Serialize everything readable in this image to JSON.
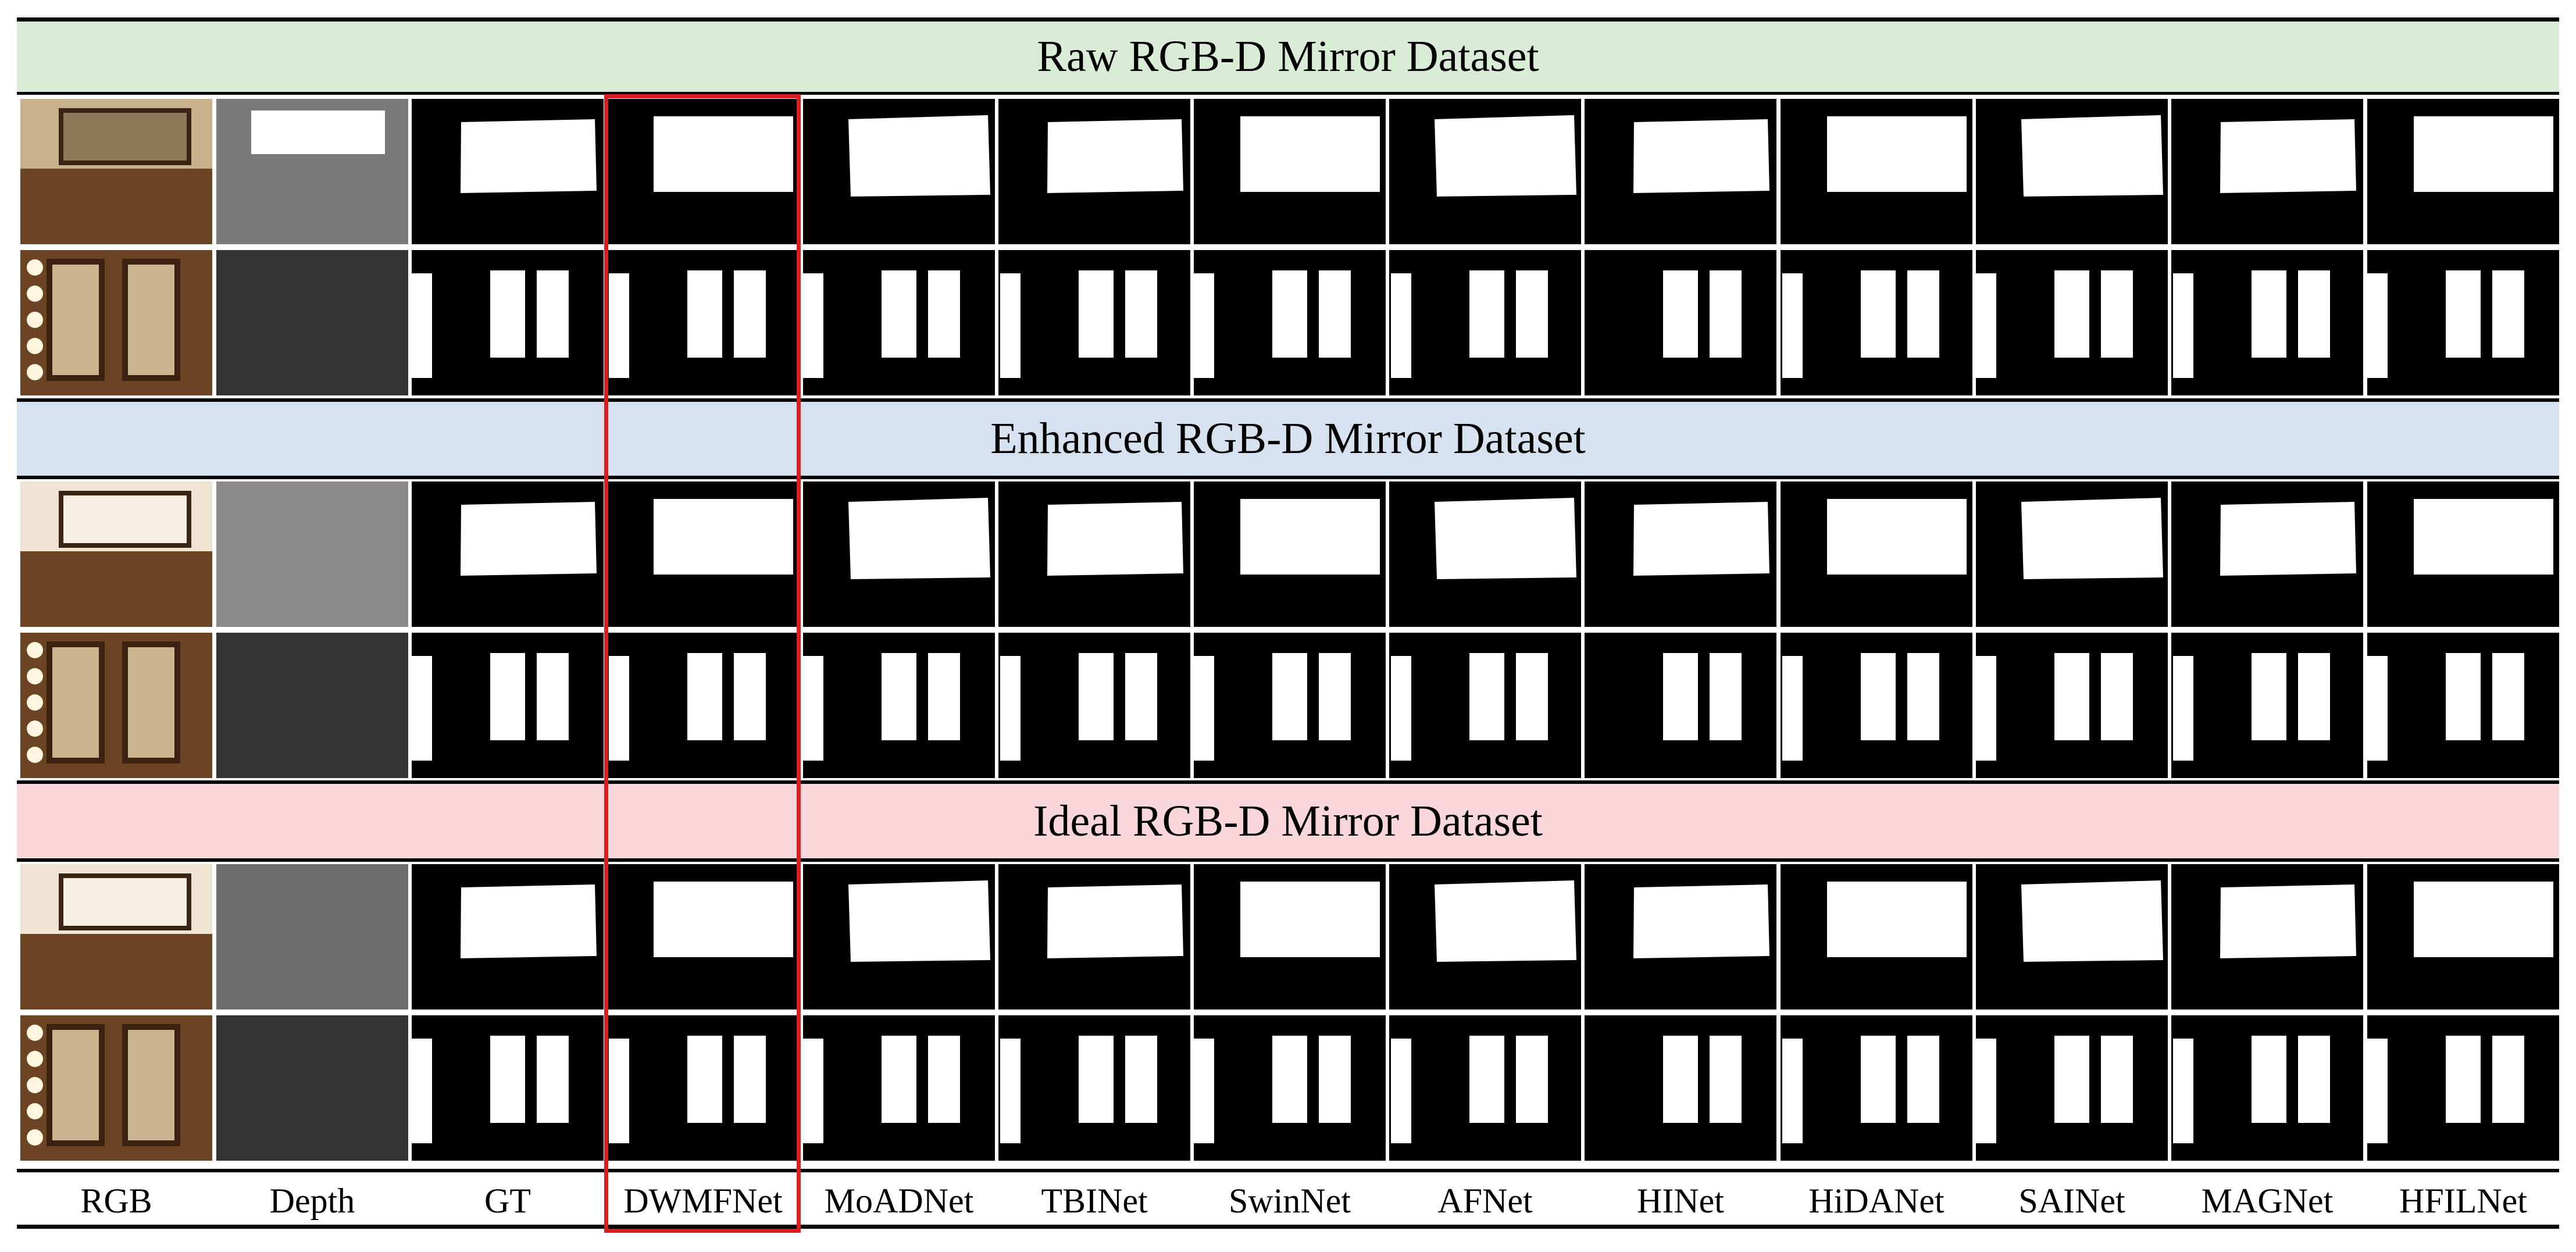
{
  "figure": {
    "sections": [
      {
        "title": "Raw RGB-D Mirror Dataset",
        "color": "#d9ecd6"
      },
      {
        "title": "Enhanced RGB-D Mirror Dataset",
        "color": "#d6e2f0"
      },
      {
        "title": "Ideal RGB-D Mirror Dataset",
        "color": "#f9d6da"
      }
    ],
    "columns": [
      "RGB",
      "Depth",
      "GT",
      "DWMFNet",
      "MoADNet",
      "TBINet",
      "SwinNet",
      "AFNet",
      "HINet",
      "HiDANet",
      "SAINet",
      "MAGNet",
      "HFILNet"
    ],
    "highlighted_column": "DWMFNet",
    "highlight_color": "#d81f1f"
  }
}
